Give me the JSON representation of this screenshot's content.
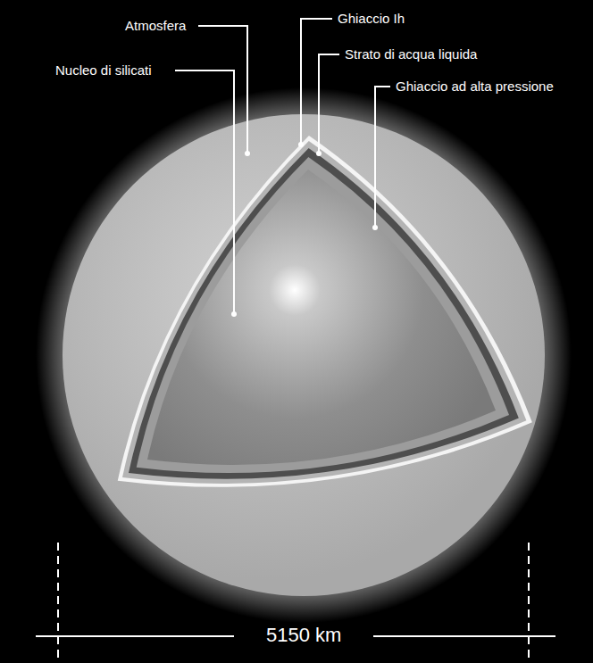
{
  "diagram": {
    "labels": [
      "Atmosfera",
      "Ghiaccio Ih",
      "Nucleo di silicati",
      "Strato di acqua liquida",
      "Ghiaccio ad alta pressione",
      "5150 km"
    ]
  }
}
